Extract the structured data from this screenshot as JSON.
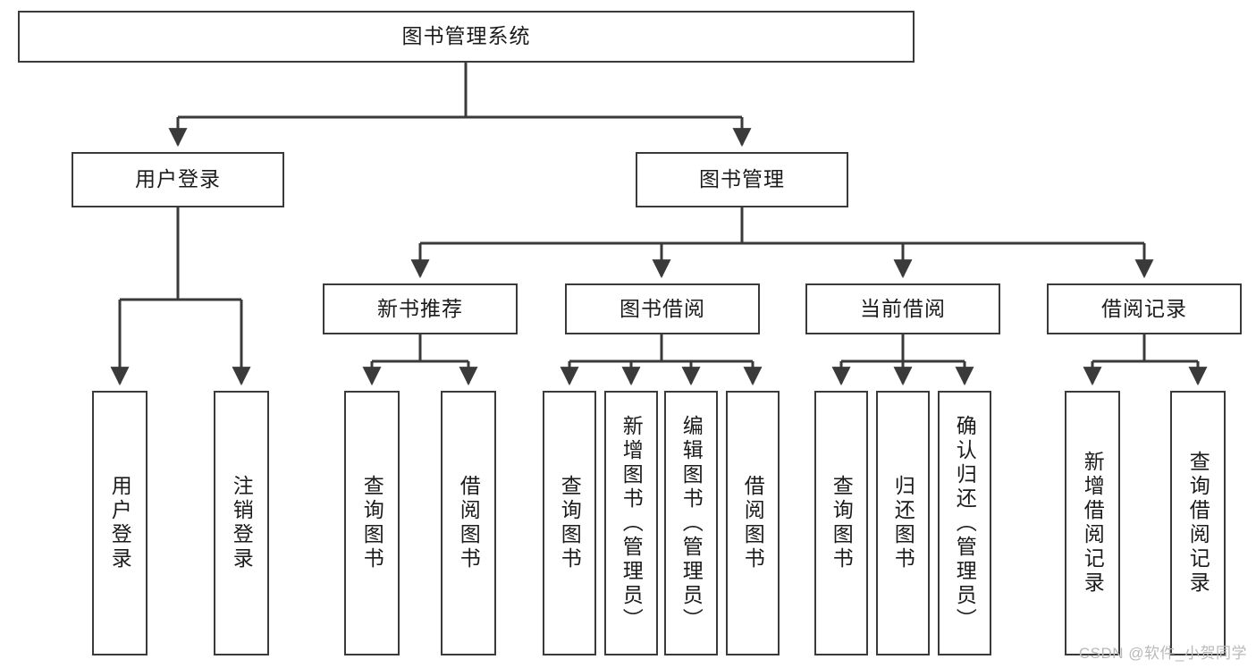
{
  "diagram": {
    "title_node": {
      "label": "图书管理系统"
    },
    "level2": [
      {
        "id": "user-login",
        "label": "用户登录"
      },
      {
        "id": "book-management",
        "label": "图书管理"
      }
    ],
    "level3": [
      {
        "id": "new-book-recommend",
        "label": "新书推荐"
      },
      {
        "id": "book-borrow",
        "label": "图书借阅"
      },
      {
        "id": "current-borrow",
        "label": "当前借阅"
      },
      {
        "id": "borrow-record",
        "label": "借阅记录"
      }
    ],
    "leaves": [
      {
        "id": "leaf-user-login",
        "label": "用户登录",
        "parent": "user-login"
      },
      {
        "id": "leaf-logout-login",
        "label": "注销登录",
        "parent": "user-login"
      },
      {
        "id": "leaf-query-book-1",
        "label": "查询图书",
        "parent": "new-book-recommend"
      },
      {
        "id": "leaf-borrow-book-1",
        "label": "借阅图书",
        "parent": "new-book-recommend"
      },
      {
        "id": "leaf-query-book-2",
        "label": "查询图书",
        "parent": "book-borrow"
      },
      {
        "id": "leaf-add-book",
        "label": "新增图书（管理员）",
        "parent": "book-borrow"
      },
      {
        "id": "leaf-edit-book",
        "label": "编辑图书（管理员）",
        "parent": "book-borrow"
      },
      {
        "id": "leaf-borrow-book-2",
        "label": "借阅图书",
        "parent": "book-borrow"
      },
      {
        "id": "leaf-query-book-3",
        "label": "查询图书",
        "parent": "current-borrow"
      },
      {
        "id": "leaf-return-book",
        "label": "归还图书",
        "parent": "current-borrow"
      },
      {
        "id": "leaf-confirm-return",
        "label": "确认归还（管理员）",
        "parent": "current-borrow"
      },
      {
        "id": "leaf-add-record",
        "label": "新增借阅记录",
        "parent": "borrow-record"
      },
      {
        "id": "leaf-query-record",
        "label": "查询借阅记录",
        "parent": "borrow-record"
      }
    ],
    "colors": {
      "stroke": "#3a3a3a",
      "background": "#ffffff",
      "text": "#1b1b1b",
      "watermark": "#b9b9b9"
    }
  },
  "watermark": {
    "text": "CSDN @软件_小贺同学"
  }
}
